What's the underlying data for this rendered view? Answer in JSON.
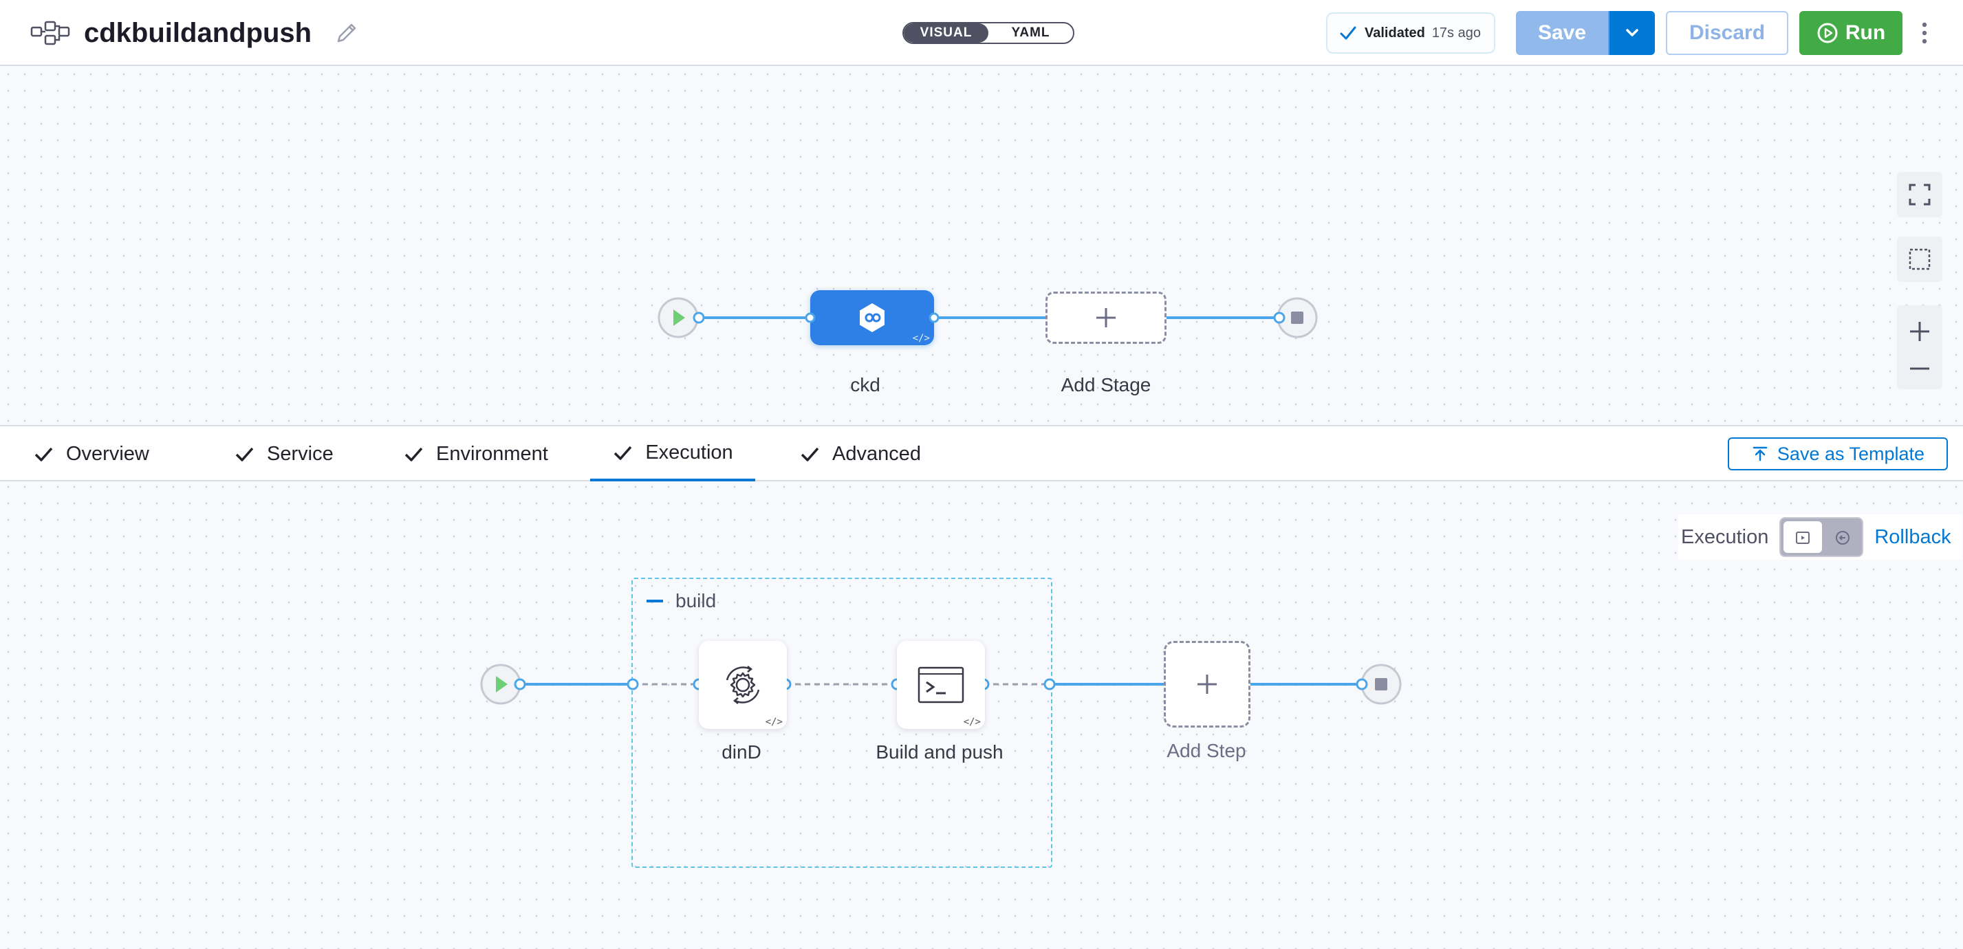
{
  "header": {
    "pipeline_name": "cdkbuildandpush",
    "view_modes": [
      "VISUAL",
      "YAML"
    ],
    "active_view": "VISUAL",
    "validation": {
      "label": "Validated",
      "time": "17s ago"
    },
    "save_label": "Save",
    "discard_label": "Discard",
    "run_label": "Run"
  },
  "pipeline": {
    "stages": [
      {
        "name": "ckd"
      }
    ],
    "add_stage_label": "Add Stage"
  },
  "stage_tabs": [
    {
      "label": "Overview",
      "done": true
    },
    {
      "label": "Service",
      "done": true
    },
    {
      "label": "Environment",
      "done": true
    },
    {
      "label": "Execution",
      "done": true,
      "active": true
    },
    {
      "label": "Advanced",
      "done": true
    }
  ],
  "save_as_template_label": "Save as Template",
  "execution": {
    "view_label": "Execution",
    "rollback_label": "Rollback",
    "group": {
      "name": "build",
      "steps": [
        {
          "name": "dinD",
          "icon": "gear-refresh-icon"
        },
        {
          "name": "Build and push",
          "icon": "terminal-icon"
        }
      ]
    },
    "add_step_label": "Add Step"
  },
  "colors": {
    "accent": "#0278d5",
    "stage_fill": "#2e7fe6",
    "run_green": "#42ab45",
    "edge": "#4aa6e8",
    "group_border": "#5cc5e8"
  }
}
